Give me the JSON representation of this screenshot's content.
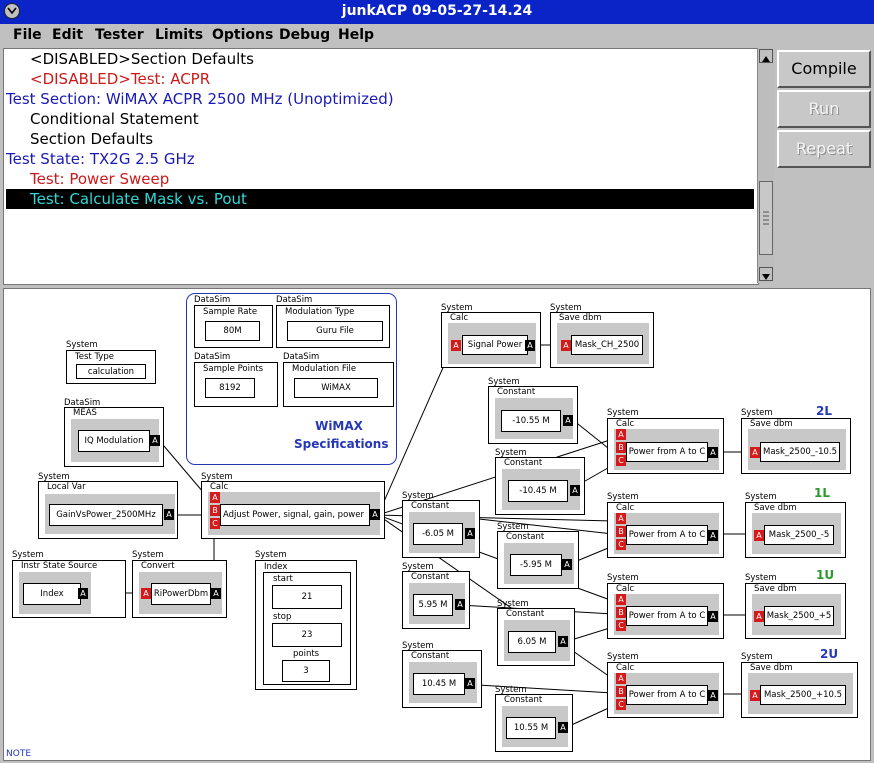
{
  "window": {
    "title": "junkACP 09-05-27-14.24"
  },
  "menu": [
    "File",
    "Edit",
    "Tester",
    "Limits",
    "Options",
    "Debug",
    "Help"
  ],
  "tree": [
    {
      "text": "<DISABLED>Section Defaults",
      "color": "#000000"
    },
    {
      "text": "<DISABLED>Test: ACPR",
      "color": "#cc1a1a"
    },
    {
      "text": "Test Section: WiMAX ACPR 2500 MHz (Unoptimized)",
      "color": "#1a1ab4"
    },
    {
      "text": "Conditional Statement",
      "color": "#000000"
    },
    {
      "text": "Section Defaults",
      "color": "#000000"
    },
    {
      "text": "Test State: TX2G 2.5 GHz",
      "color": "#1a1ab4"
    },
    {
      "text": "Test: Power Sweep",
      "color": "#cc1a1a"
    },
    {
      "text": "Test: Calculate Mask vs. Pout",
      "color": "#2fd7d7",
      "selected": true
    }
  ],
  "buttons": {
    "compile": "Compile",
    "run": "Run",
    "repeat": "Repeat"
  },
  "canvas": {
    "note": "NOTE",
    "spec": {
      "title1": "WiMAX",
      "title2": "Specifications"
    },
    "blocks": {
      "sample_rate": {
        "owner": "DataSim",
        "title": "Sample Rate",
        "value": "80M"
      },
      "modulation_type": {
        "owner": "DataSim",
        "title": "Modulation Type",
        "value": "Guru File"
      },
      "sample_points": {
        "owner": "DataSim",
        "title": "Sample Points",
        "value": "8192"
      },
      "modulation_file": {
        "owner": "DataSim",
        "title": "Modulation File",
        "value": "WiMAX"
      },
      "test_type": {
        "owner": "System",
        "title": "Test Type",
        "value": "calculation"
      },
      "meas": {
        "owner": "DataSim",
        "title": "MEAS",
        "value": "IQ Modulation"
      },
      "local_var": {
        "owner": "System",
        "title": "Local Var",
        "value": "GainVsPower_2500MHz"
      },
      "calc_main": {
        "owner": "System",
        "title": "Calc",
        "value": "Adjust Power, signal, gain, power"
      },
      "instr_state": {
        "owner": "System",
        "title": "Instr State Source",
        "value": "Index"
      },
      "convert": {
        "owner": "System",
        "title": "Convert",
        "value": "RiPowerDbm"
      },
      "index": {
        "owner": "System",
        "title": "Index",
        "start_label": "start",
        "start": "21",
        "stop_label": "stop",
        "stop": "23",
        "points_label": "points",
        "points": "3"
      },
      "calc_signal": {
        "owner": "System",
        "title": "Calc",
        "value": "Signal Power"
      },
      "save_ch": {
        "owner": "System",
        "title": "Save dbm",
        "value": "Mask_CH_2500"
      },
      "const_n1055": {
        "owner": "System",
        "title": "Constant",
        "value": "-10.55 M"
      },
      "const_n1045": {
        "owner": "System",
        "title": "Constant",
        "value": "-10.45 M"
      },
      "const_n605": {
        "owner": "System",
        "title": "Constant",
        "value": "-6.05 M"
      },
      "const_n595": {
        "owner": "System",
        "title": "Constant",
        "value": "-5.95 M"
      },
      "const_595": {
        "owner": "System",
        "title": "Constant",
        "value": "5.95 M"
      },
      "const_605": {
        "owner": "System",
        "title": "Constant",
        "value": "6.05 M"
      },
      "const_1045": {
        "owner": "System",
        "title": "Constant",
        "value": "10.45 M"
      },
      "const_1055": {
        "owner": "System",
        "title": "Constant",
        "value": "10.55 M"
      },
      "calc_2l": {
        "owner": "System",
        "title": "Calc",
        "value": "Power from A to C"
      },
      "calc_1l": {
        "owner": "System",
        "title": "Calc",
        "value": "Power from A to C"
      },
      "calc_1u": {
        "owner": "System",
        "title": "Calc",
        "value": "Power from A to C"
      },
      "calc_2u": {
        "owner": "System",
        "title": "Calc",
        "value": "Power from A to C"
      },
      "save_2l": {
        "owner": "System",
        "title": "Save dbm",
        "value": "Mask_2500_-10.5",
        "band": "2L"
      },
      "save_1l": {
        "owner": "System",
        "title": "Save dbm",
        "value": "Mask_2500_-5",
        "band": "1L"
      },
      "save_1u": {
        "owner": "System",
        "title": "Save dbm",
        "value": "Mask_2500_+5",
        "band": "1U"
      },
      "save_2u": {
        "owner": "System",
        "title": "Save dbm",
        "value": "Mask_2500_+10.5",
        "band": "2U"
      }
    },
    "colors": {
      "band_blue": "#2438b8",
      "band_green": "#2a9a2a",
      "port_in": "#d41a1a",
      "port_out": "#000000"
    }
  }
}
